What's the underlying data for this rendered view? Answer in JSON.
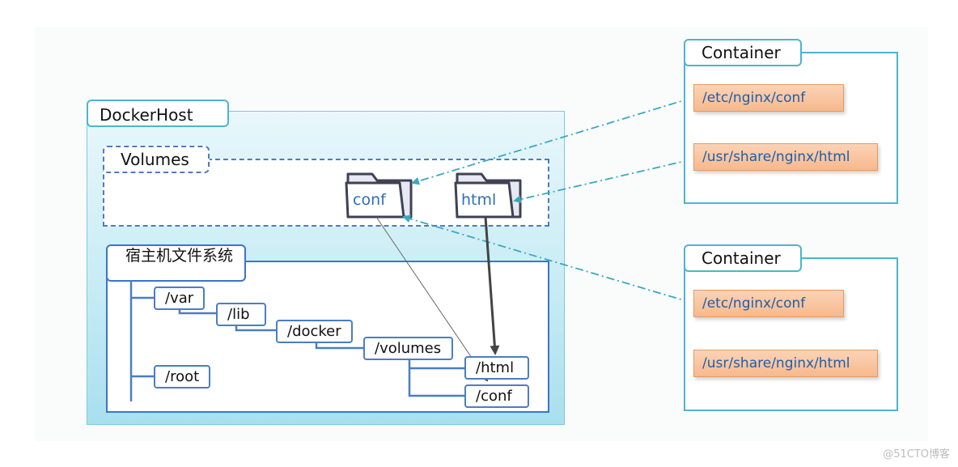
{
  "docker_host": {
    "label": "DockerHost"
  },
  "volumes": {
    "label": "Volumes",
    "folders": [
      {
        "label": "conf"
      },
      {
        "label": "html"
      }
    ]
  },
  "host_fs": {
    "label": "宿主机文件系统",
    "paths": {
      "var": "/var",
      "lib": "/lib",
      "docker": "/docker",
      "volumes": "/volumes",
      "html": "/html",
      "conf": "/conf",
      "root": "/root"
    }
  },
  "containers": [
    {
      "label": "Container",
      "items": [
        "/etc/nginx/conf",
        "/usr/share/nginx/html"
      ]
    },
    {
      "label": "Container",
      "items": [
        "/etc/nginx/conf",
        "/usr/share/nginx/html"
      ]
    }
  ],
  "watermark": "@51CTO博客",
  "colors": {
    "teal_border": "#4bb6cc",
    "blue_border": "#3d74c8",
    "orange_fill": "#f7b98d",
    "dashdot_line": "#3aa9c2",
    "folder_text": "#2f6fb8"
  }
}
